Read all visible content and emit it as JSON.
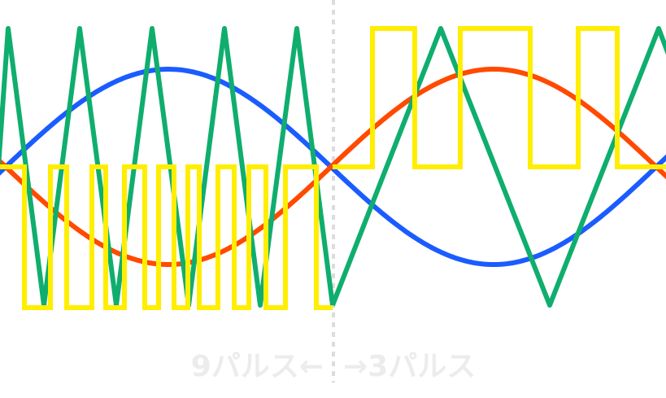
{
  "labels": {
    "left": "9パルス←",
    "right": "→3パルス"
  },
  "colors": {
    "sine_blue": "#1a5cff",
    "sine_orange": "#ff4a00",
    "carrier_green": "#0fae6e",
    "pwm_yellow": "#ffee00",
    "divider": "#dcdcdc",
    "label": "#ececec"
  },
  "sections": [
    {
      "name": "left",
      "pulses": 9
    },
    {
      "name": "right",
      "pulses": 3
    }
  ]
}
